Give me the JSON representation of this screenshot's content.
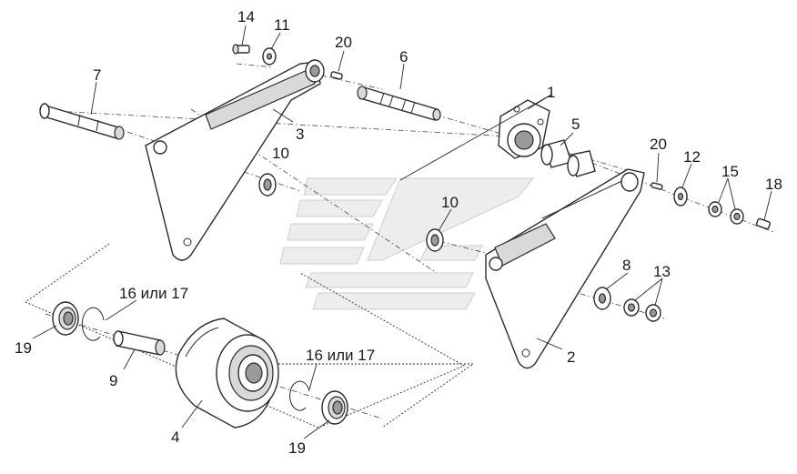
{
  "labels": {
    "l1": "1",
    "l2": "2",
    "l3": "3",
    "l4": "4",
    "l5": "5",
    "l6": "6",
    "l7": "7",
    "l8": "8",
    "l9": "9",
    "l10a": "10",
    "l10b": "10",
    "l11": "11",
    "l12": "12",
    "l13": "13",
    "l14": "14",
    "l15": "15",
    "l16a": "16 или 17",
    "l16b": "16 или 17",
    "l18": "18",
    "l19a": "19",
    "l19b": "19",
    "l20a": "20",
    "l20b": "20"
  }
}
